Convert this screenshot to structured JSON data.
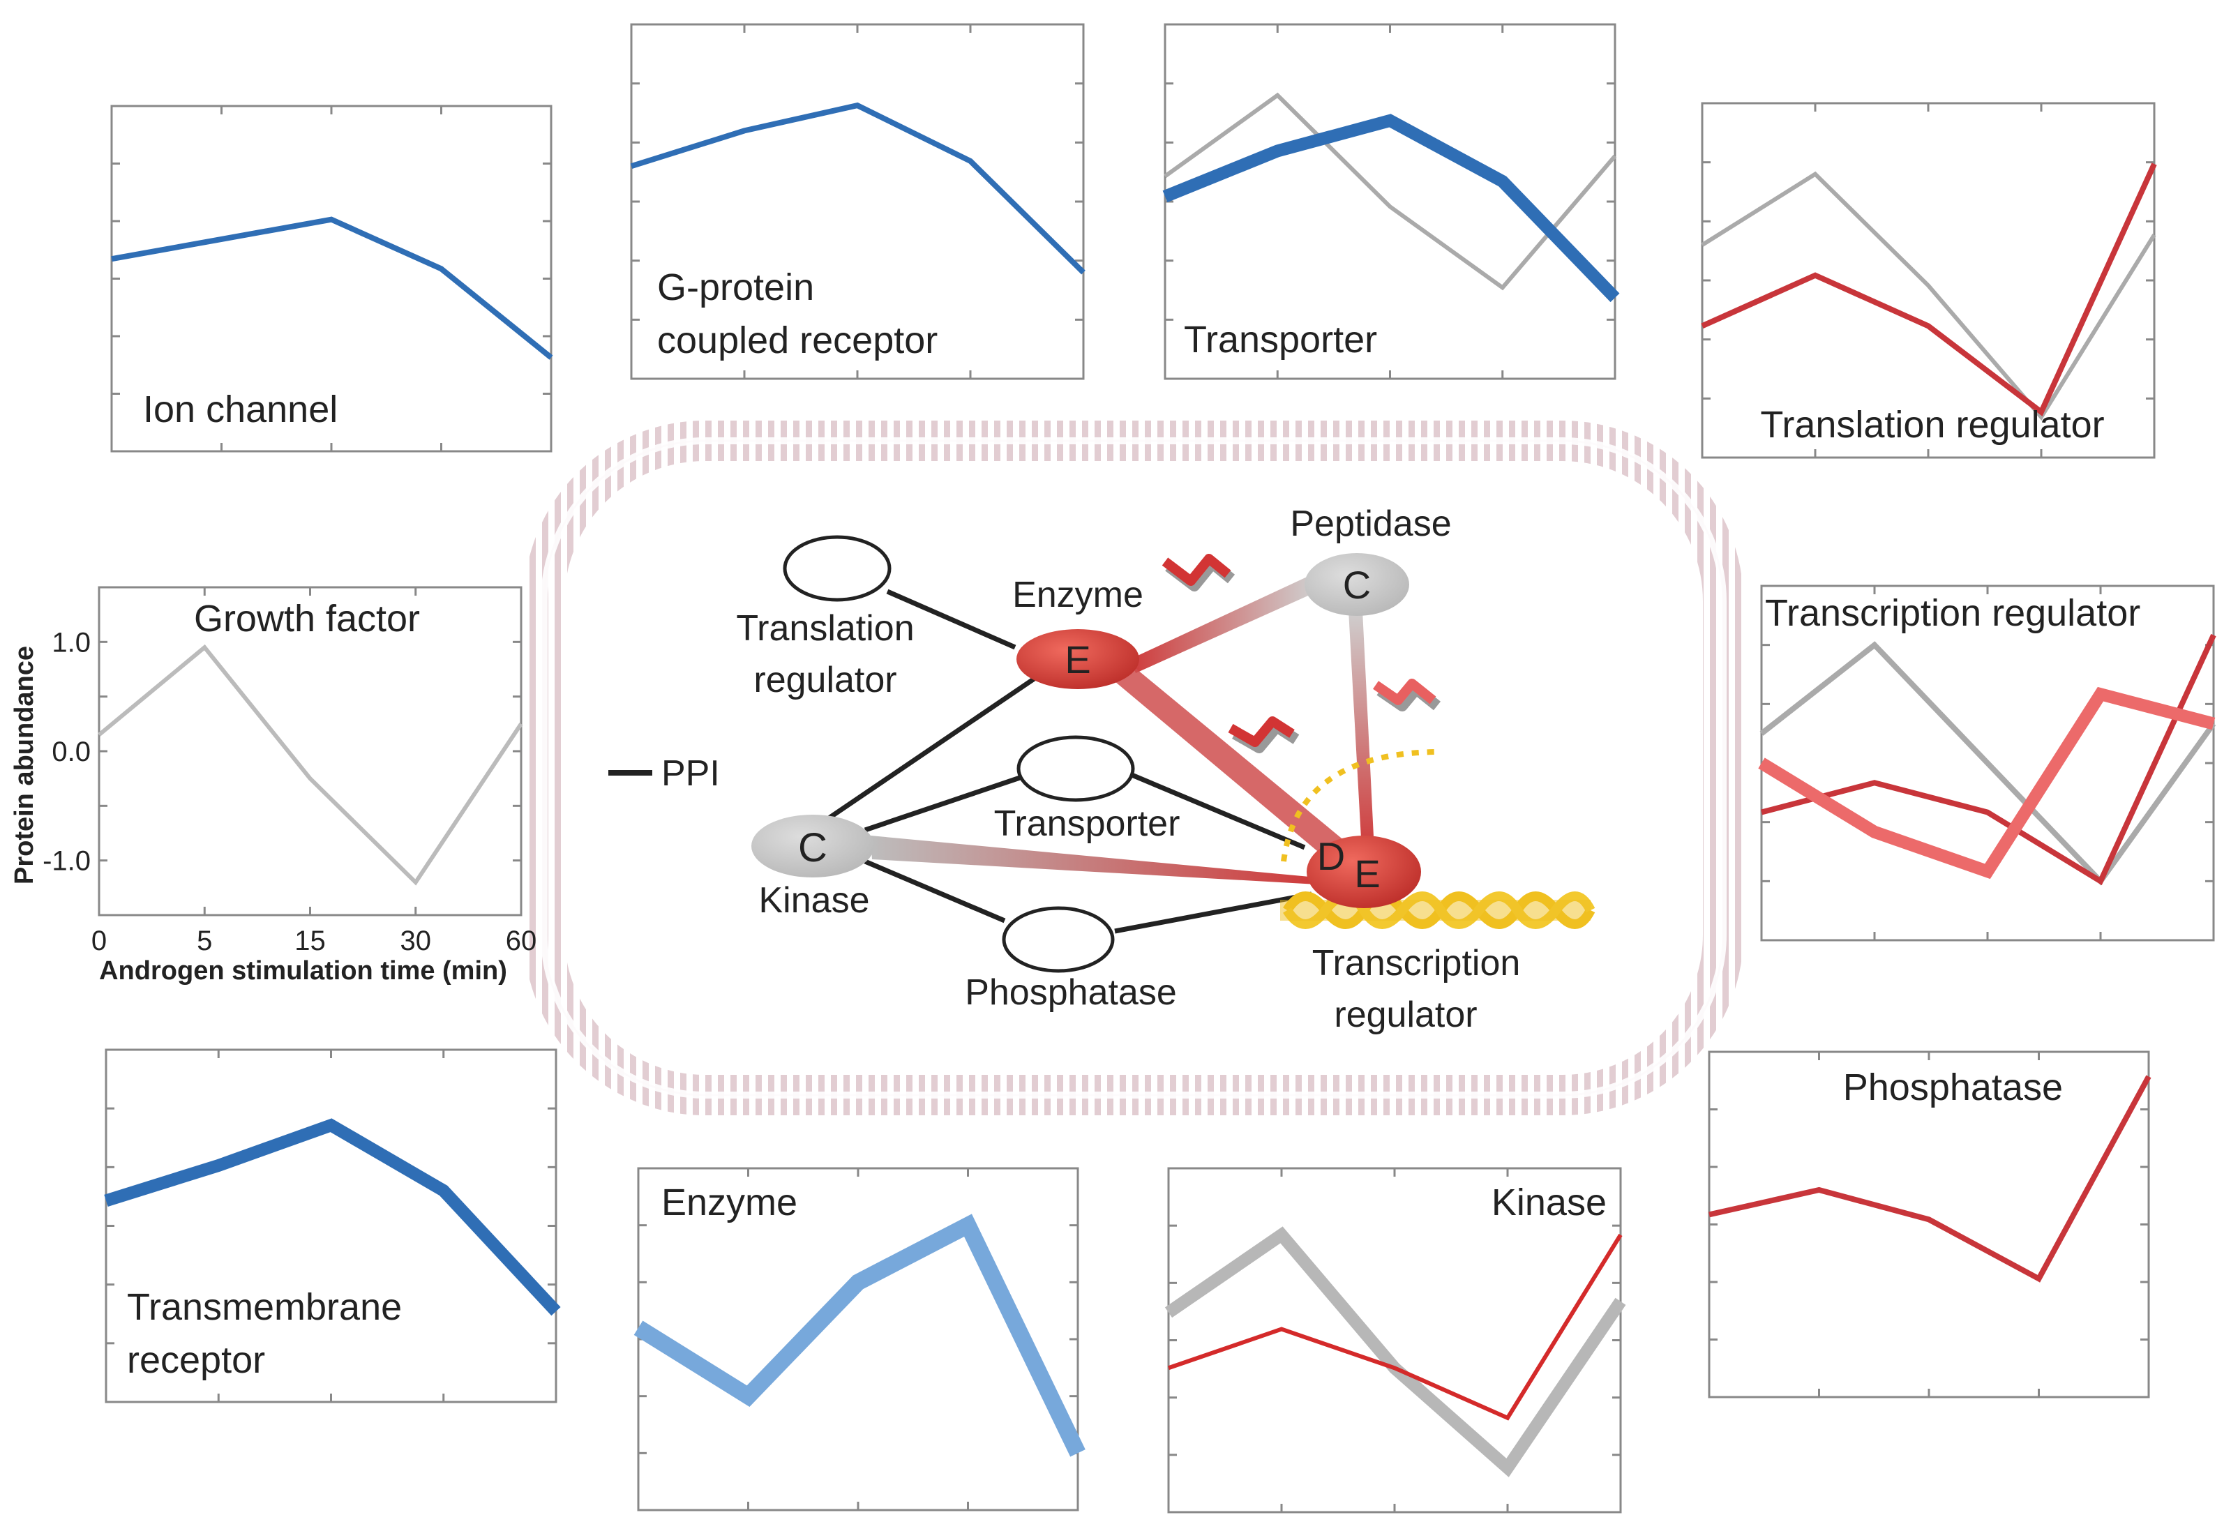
{
  "panels": [
    {
      "id": "ion",
      "label": "Ion channel",
      "series": [
        {
          "values": [
            0.45,
            0.65,
            0.85,
            0.35,
            -0.55
          ],
          "color": "#2f6eb5",
          "width": "medium"
        }
      ]
    },
    {
      "id": "gpcr",
      "label": "G-protein coupled receptor",
      "label_lines": [
        "G-protein",
        "coupled receptor"
      ],
      "series": [
        {
          "values": [
            0.6,
            0.95,
            1.2,
            0.65,
            -0.45
          ],
          "color": "#2f6eb5",
          "width": "medium"
        }
      ]
    },
    {
      "id": "transporter",
      "label": "Transporter",
      "series": [
        {
          "values": [
            0.5,
            1.3,
            0.2,
            -0.6,
            0.7
          ],
          "color": "#aaaaaa",
          "width": "thin"
        },
        {
          "values": [
            0.3,
            0.75,
            1.05,
            0.45,
            -0.7
          ],
          "color": "#2f6eb5",
          "width": "thick"
        }
      ]
    },
    {
      "id": "translation",
      "label": "Translation regulator",
      "series": [
        {
          "values": [
            0.6,
            1.3,
            0.2,
            -1.1,
            0.7
          ],
          "color": "#aaaaaa",
          "width": "thin"
        },
        {
          "values": [
            -0.2,
            0.3,
            -0.2,
            -1.05,
            1.4
          ],
          "color": "#c8353a",
          "width": "medium"
        }
      ]
    },
    {
      "id": "growth",
      "label": "Growth factor",
      "series": [
        {
          "values": [
            0.15,
            0.95,
            -0.25,
            -1.2,
            0.25
          ],
          "color": "#bbbbbb",
          "width": "thin"
        }
      ]
    },
    {
      "id": "transcription",
      "label": "Transcription regulator",
      "series": [
        {
          "values": [
            0.3,
            1.2,
            0.0,
            -1.2,
            0.4
          ],
          "color": "#aaaaaa",
          "width": "medium"
        },
        {
          "values": [
            -0.5,
            -0.2,
            -0.5,
            -1.2,
            1.3
          ],
          "color": "#c8353a",
          "width": "medium"
        },
        {
          "values": [
            0.0,
            -0.7,
            -1.1,
            0.7,
            0.4
          ],
          "color": "#ec6a6a",
          "width": "thick"
        }
      ]
    },
    {
      "id": "transmembrane",
      "label": "Transmembrane receptor",
      "label_lines": [
        "Transmembrane",
        "receptor"
      ],
      "series": [
        {
          "values": [
            0.5,
            0.85,
            1.25,
            0.6,
            -0.6
          ],
          "color": "#2f6eb5",
          "width": "thick"
        }
      ]
    },
    {
      "id": "enzyme",
      "label": "Enzyme",
      "series": [
        {
          "values": [
            0.4,
            -0.2,
            0.8,
            1.3,
            -0.7
          ],
          "color": "#77a8db",
          "width": "xthick"
        }
      ]
    },
    {
      "id": "kinase",
      "label": "Kinase",
      "series": [
        {
          "values": [
            0.2,
            0.9,
            -0.3,
            -1.2,
            0.3
          ],
          "color": "#b7b7b7",
          "width": "thick"
        },
        {
          "values": [
            -0.3,
            0.05,
            -0.3,
            -0.75,
            0.9
          ],
          "color": "#d42a2a",
          "width": "thin"
        }
      ]
    },
    {
      "id": "phosphatase",
      "label": "Phosphatase",
      "series": [
        {
          "values": [
            0.35,
            0.6,
            0.3,
            -0.3,
            1.75
          ],
          "color": "#c8353a",
          "width": "medium"
        }
      ]
    }
  ],
  "growth_axes": {
    "ylabel": "Protein abundance",
    "xlabel": "Androgen stimulation time (min)",
    "xticks": [
      "0",
      "5",
      "15",
      "30",
      "60"
    ],
    "yticks": [
      {
        "value": 1.0,
        "label": "1.0"
      },
      {
        "value": 0.0,
        "label": "0.0"
      },
      {
        "value": -1.0,
        "label": "-1.0"
      }
    ]
  },
  "legend": {
    "ppi": "PPI"
  },
  "network": {
    "nodes": [
      {
        "id": "translation_reg",
        "letter": "",
        "label_lines": [
          "Translation",
          "regulator"
        ],
        "fill": "#ffffff"
      },
      {
        "id": "enzyme",
        "letter": "E",
        "label_lines": [
          "Enzyme"
        ],
        "fill": "#d5463f"
      },
      {
        "id": "peptidase",
        "letter": "C",
        "label_lines": [
          "Peptidase"
        ],
        "fill": "#c8c8c8"
      },
      {
        "id": "transporter",
        "letter": "",
        "label_lines": [
          "Transporter"
        ],
        "fill": "#ffffff"
      },
      {
        "id": "kinase",
        "letter": "C",
        "label_lines": [
          "Kinase"
        ],
        "fill": "#c8c8c8"
      },
      {
        "id": "phosphatase",
        "letter": "",
        "label_lines": [
          "Phosphatase"
        ],
        "fill": "#ffffff"
      },
      {
        "id": "transcription_reg",
        "letter": "E",
        "letter2": "D",
        "label_lines": [
          "Transcription",
          "regulator"
        ],
        "fill": "#cc3a32"
      }
    ]
  },
  "colors": {
    "membrane": "#c9a4ad",
    "axis": "#888888",
    "dna": "#f0c020",
    "red_edge": "#cf3a3a",
    "dark_line": "#222222"
  }
}
